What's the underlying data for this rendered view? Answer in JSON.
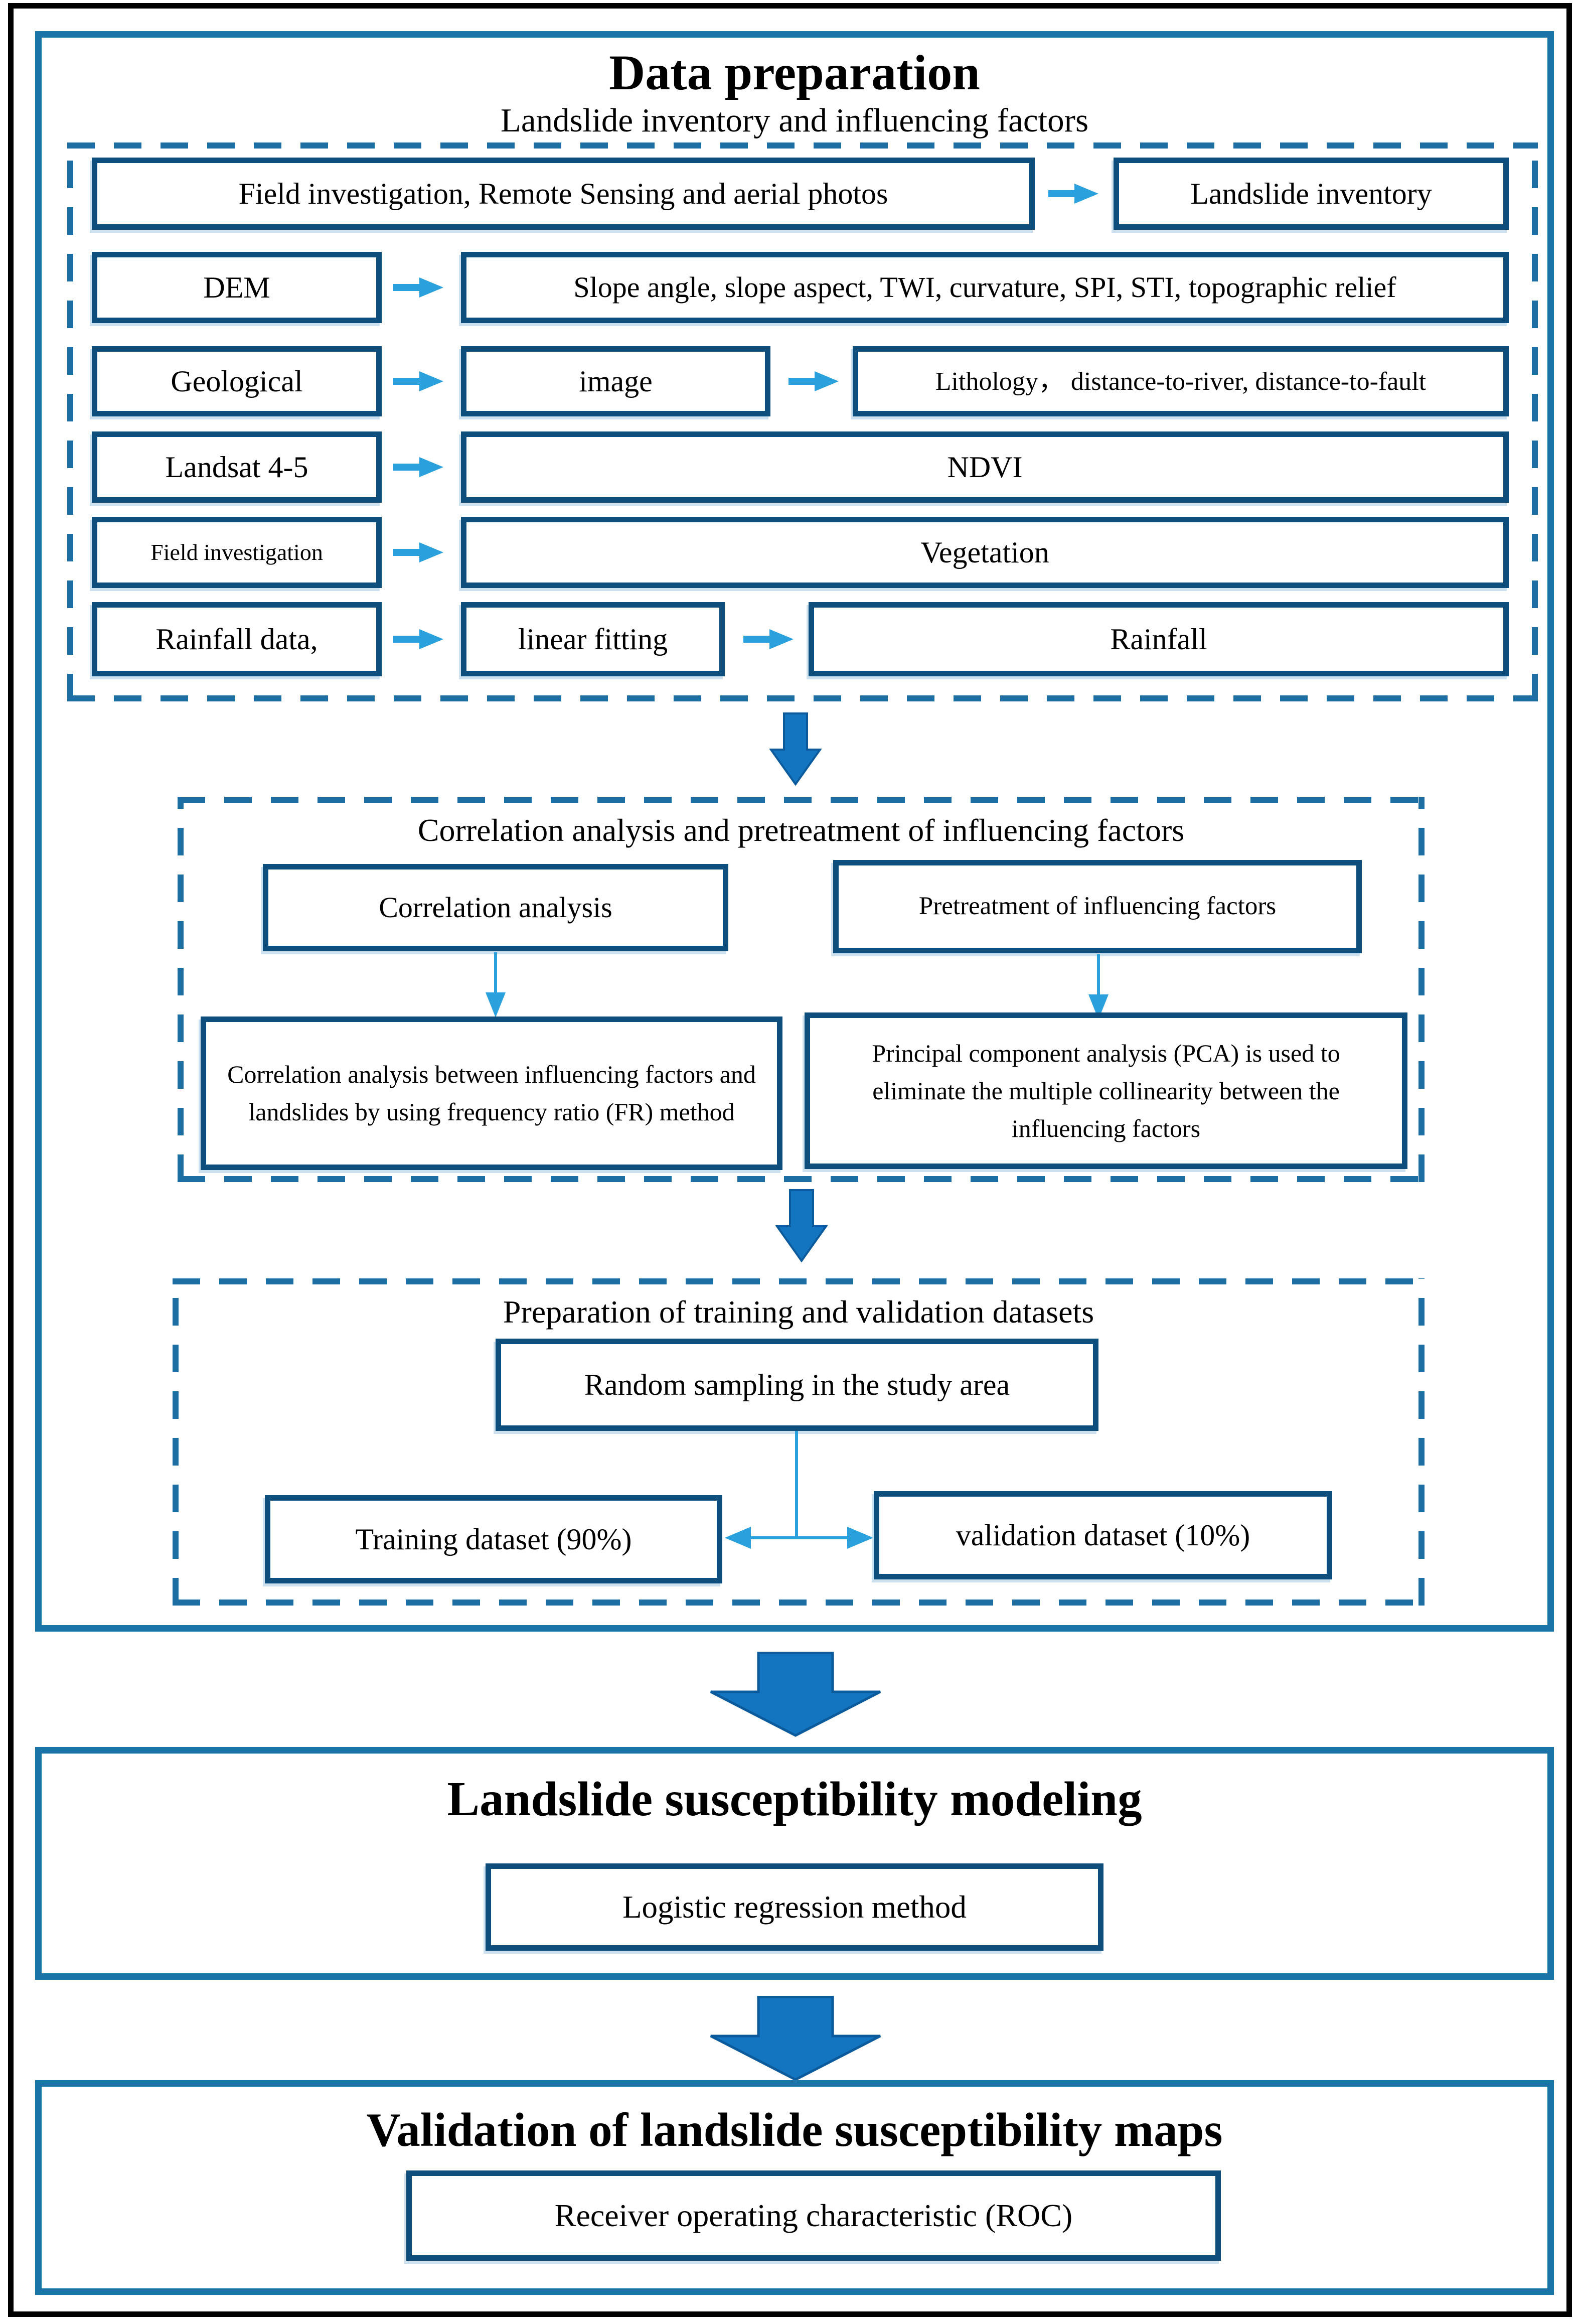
{
  "sections": {
    "data_preparation": {
      "title": "Data preparation",
      "subtitle": "Landslide inventory and influencing factors",
      "inventory": {
        "rows": [
          {
            "left": "Field investigation, Remote Sensing and aerial photos",
            "right": "Landslide inventory"
          },
          {
            "left": "DEM",
            "right": "Slope angle, slope aspect, TWI, curvature, SPI, STI, topographic relief"
          },
          {
            "left": "Geological",
            "mid": "image",
            "right": "Lithology， distance-to-river, distance-to-fault"
          },
          {
            "left": "Landsat 4-5",
            "right": "NDVI"
          },
          {
            "left": "Field investigation",
            "right": "Vegetation"
          },
          {
            "left": "Rainfall data,",
            "mid": "linear fitting",
            "right": "Rainfall"
          }
        ]
      },
      "correlation": {
        "title": "Correlation analysis and pretreatment of influencing factors",
        "left_top": "Correlation analysis",
        "left_bottom": "Correlation analysis between influencing factors and landslides by using frequency ratio (FR) method",
        "right_top": "Pretreatment of influencing factors",
        "right_bottom": "Principal component analysis (PCA) is used to eliminate the multiple collinearity between the influencing factors"
      },
      "datasets": {
        "title": "Preparation of training and validation datasets",
        "sampling": "Random sampling in the study area",
        "training": "Training dataset (90%)",
        "validation": "validation dataset (10%)"
      }
    },
    "modeling": {
      "title": "Landslide susceptibility modeling",
      "method": "Logistic regression method"
    },
    "map_validation": {
      "title": "Validation of landslide susceptibility maps",
      "method": "Receiver operating characteristic (ROC)"
    }
  },
  "icons": {
    "flow_arrow_right": "→",
    "flow_arrow_down": "↓",
    "flow_arrow_split": "↔"
  },
  "colors": {
    "box_border": "#0e4e7d",
    "section_border": "#1a74a7",
    "dashed_border": "#1d6fa3",
    "small_arrow": "#2aa0dc",
    "big_arrow_fill": "#1374bf",
    "big_arrow_edge": "#0a5a9c",
    "frame": "#000000",
    "text": "#000000"
  }
}
